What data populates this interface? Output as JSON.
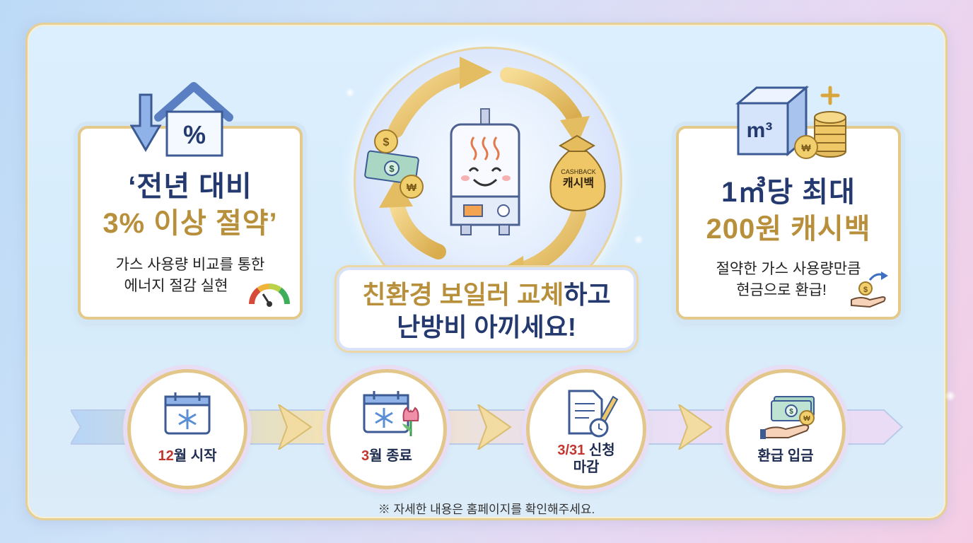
{
  "left_card": {
    "headline_line1": "‘전년 대비",
    "headline_line2": "3% 이상 절약’",
    "desc_line1": "가스 사용량 비교를 통한",
    "desc_line2": "에너지 절감 실현",
    "house_icon_text": "%"
  },
  "center": {
    "title_line1_gold": "친환경 보일러 교체",
    "title_line1_navy": "하고",
    "title_line2": "난방비 아끼세요!",
    "bag_text_small": "CASHBACK",
    "bag_text_large": "캐시백"
  },
  "right_card": {
    "headline_line1": "1㎥당 최대",
    "headline_line2": "200원 캐시백",
    "desc_line1": "절약한 가스 사용량만큼",
    "desc_line2": "현금으로 환급!",
    "cube_text": "m³"
  },
  "timeline": [
    {
      "accent": "12",
      "text": "월 시작"
    },
    {
      "accent": "3",
      "text": "월 종료"
    },
    {
      "accent": "3/31",
      "text": " 신청",
      "line2": "마감"
    },
    {
      "accent": "",
      "text": "환급 입금"
    }
  ],
  "footnote": "※ 자세한 내용은 홈페이지를 확인해주세요.",
  "colors": {
    "navy": "#243a6e",
    "gold": "#b8903c",
    "red": "#c2362f",
    "frame_gold": "#e3c98a"
  }
}
